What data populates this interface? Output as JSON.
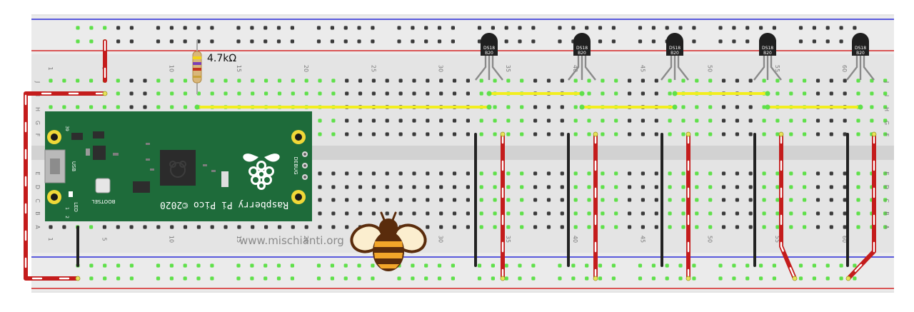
{
  "breadboard": {
    "row_letters_top": [
      "J",
      "I",
      "H",
      "G",
      "F"
    ],
    "row_letters_bottom": [
      "E",
      "D",
      "C",
      "B",
      "A"
    ],
    "column_numbers": [
      "1",
      "5",
      "10",
      "15",
      "20",
      "25",
      "30",
      "35",
      "40",
      "45",
      "50",
      "55",
      "60"
    ],
    "colors": {
      "board": "#e4e4e4",
      "hole": "#3a3a3a",
      "active": "#5fe04a",
      "rail_blue": "#2b2bd8",
      "rail_red": "#d42424"
    }
  },
  "resistor": {
    "label": "4.7kΩ"
  },
  "pico": {
    "brand": "Raspberry Pi Pico ©2020",
    "usb_label": "USB",
    "led_label": "LED",
    "bootsel_label": "BOOTSEL",
    "debug_label": "DEBUG",
    "pin_39": "39",
    "pin_1": "1",
    "pin_2": "2",
    "board_color": "#1e6b3a"
  },
  "sensors": [
    {
      "line1": "DS18",
      "line2": "B20"
    },
    {
      "line1": "DS18",
      "line2": "B20"
    },
    {
      "line1": "DS18",
      "line2": "B20"
    },
    {
      "line1": "DS18",
      "line2": "B20"
    },
    {
      "line1": "DS18",
      "line2": "B20"
    }
  ],
  "watermark": {
    "text": "www.mischianti.org"
  },
  "wire_colors": {
    "data": "#f2ee1e",
    "vcc": "#c41c1c",
    "gnd": "#222222"
  }
}
